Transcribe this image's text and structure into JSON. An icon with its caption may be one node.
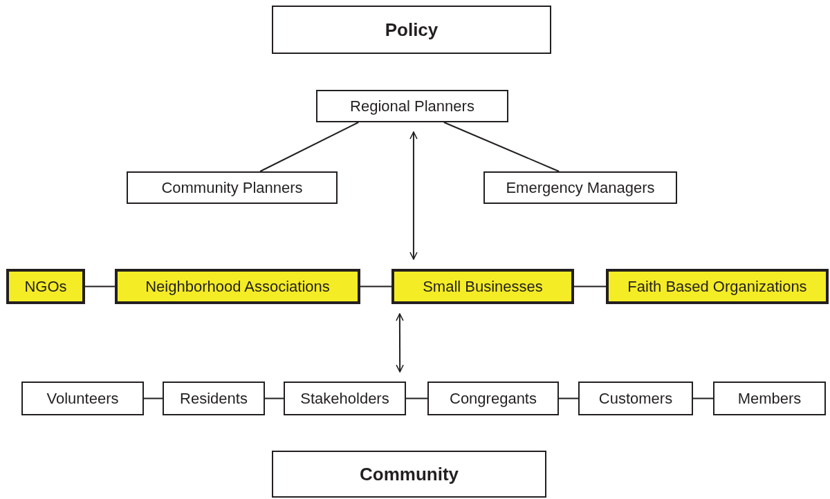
{
  "diagram": {
    "nodes": [
      {
        "text": [
          "Policy"
        ]
      },
      {
        "text": [
          "Regional Planners"
        ]
      },
      {
        "text": [
          "Community Planners"
        ]
      },
      {
        "text": [
          "Emergency Managers"
        ]
      },
      {
        "text": [
          "NGOs"
        ]
      },
      {
        "text": [
          "Neighborhood Associations"
        ]
      },
      {
        "text": [
          "Small Businesses"
        ]
      },
      {
        "text": [
          "Faith Based Organizations"
        ]
      },
      {
        "text": [
          "Volunteers"
        ]
      },
      {
        "text": [
          "Residents"
        ]
      },
      {
        "text": [
          "Stakeholders"
        ]
      },
      {
        "text": [
          "Congregants"
        ]
      },
      {
        "text": [
          "Customers"
        ]
      },
      {
        "text": [
          "Members"
        ]
      },
      {
        "text": [
          "Community"
        ]
      }
    ],
    "edges": [
      {
        "from": 1,
        "to": 2,
        "arrow": "none"
      },
      {
        "from": 1,
        "to": 3,
        "arrow": "none"
      },
      {
        "from": 1,
        "to": 6,
        "arrow": "both"
      },
      {
        "from": 4,
        "to": 5,
        "arrow": "none"
      },
      {
        "from": 5,
        "to": 6,
        "arrow": "none"
      },
      {
        "from": 6,
        "to": 7,
        "arrow": "none"
      },
      {
        "from": 6,
        "to": 10,
        "arrow": "both"
      },
      {
        "from": 8,
        "to": 9,
        "arrow": "none"
      },
      {
        "from": 9,
        "to": 10,
        "arrow": "none"
      },
      {
        "from": 10,
        "to": 11,
        "arrow": "none"
      },
      {
        "from": 11,
        "to": 12,
        "arrow": "none"
      },
      {
        "from": 12,
        "to": 13,
        "arrow": "none"
      }
    ]
  }
}
